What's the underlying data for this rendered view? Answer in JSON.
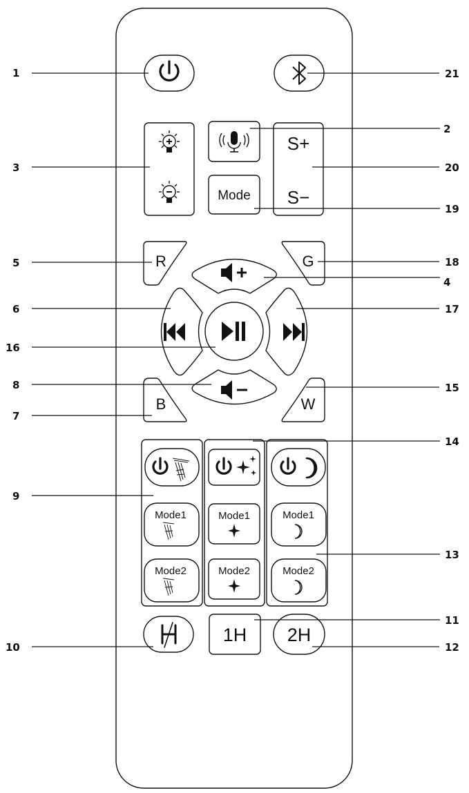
{
  "callouts": [
    "1",
    "2",
    "3",
    "4",
    "5",
    "6",
    "7",
    "8",
    "9",
    "10",
    "11",
    "12",
    "13",
    "14",
    "15",
    "16",
    "17",
    "18",
    "19",
    "20",
    "21"
  ],
  "buttons": {
    "speed_up": "S+",
    "speed_down": "S−",
    "mode": "Mode",
    "red": "R",
    "green": "G",
    "blue": "B",
    "white": "W",
    "mode1": "Mode1",
    "mode2": "Mode2",
    "timer_1h": "1H",
    "timer_2h": "2H"
  },
  "icons": {
    "power": "power-icon",
    "bluetooth": "bluetooth-icon",
    "microphone": "microphone-icon",
    "brightness_up": "bulb-plus-icon",
    "brightness_down": "bulb-minus-icon",
    "volume_up": "speaker-plus-icon",
    "volume_down": "speaker-minus-icon",
    "previous": "skip-back-icon",
    "next": "skip-forward-icon",
    "play_pause": "play-pause-icon",
    "waterfall": "waterfall-icon",
    "stars": "stars-icon",
    "moon": "moon-icon",
    "timer_off": "timer-off-icon"
  }
}
